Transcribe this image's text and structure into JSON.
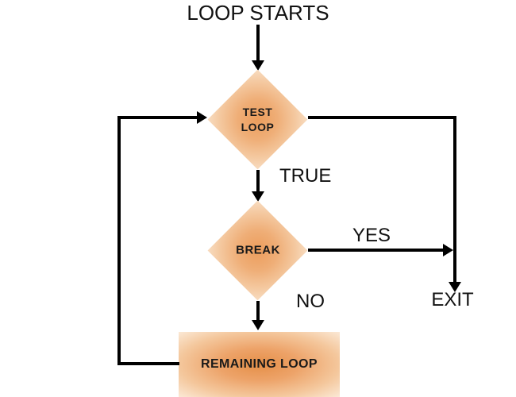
{
  "diagram": {
    "type": "flowchart",
    "start_label": "LOOP STARTS",
    "nodes": [
      {
        "id": "test-loop",
        "shape": "diamond",
        "label": "TEST LOOP",
        "line1": "TEST",
        "line2": "LOOP"
      },
      {
        "id": "break",
        "shape": "diamond",
        "label": "BREAK"
      },
      {
        "id": "remaining-loop",
        "shape": "rectangle",
        "label": "REMAINING LOOP"
      },
      {
        "id": "exit",
        "shape": "text",
        "label": "EXIT"
      }
    ],
    "edge_labels": {
      "true": "TRUE",
      "yes": "YES",
      "no": "NO"
    },
    "edges": [
      {
        "from": "start",
        "to": "test-loop",
        "label": ""
      },
      {
        "from": "test-loop",
        "to": "break",
        "label": "TRUE"
      },
      {
        "from": "test-loop",
        "to": "exit",
        "label": ""
      },
      {
        "from": "break",
        "to": "exit",
        "label": "YES"
      },
      {
        "from": "break",
        "to": "remaining-loop",
        "label": "NO"
      },
      {
        "from": "remaining-loop",
        "to": "test-loop",
        "label": ""
      }
    ],
    "colors": {
      "connector": "#000000",
      "node_gradient_center": "#ec9d5c",
      "node_gradient_edge": "#f8dcc0",
      "rect_gradient_center": "#e58f48",
      "rect_gradient_edge": "#fbe9d6",
      "text": "#111111"
    }
  }
}
